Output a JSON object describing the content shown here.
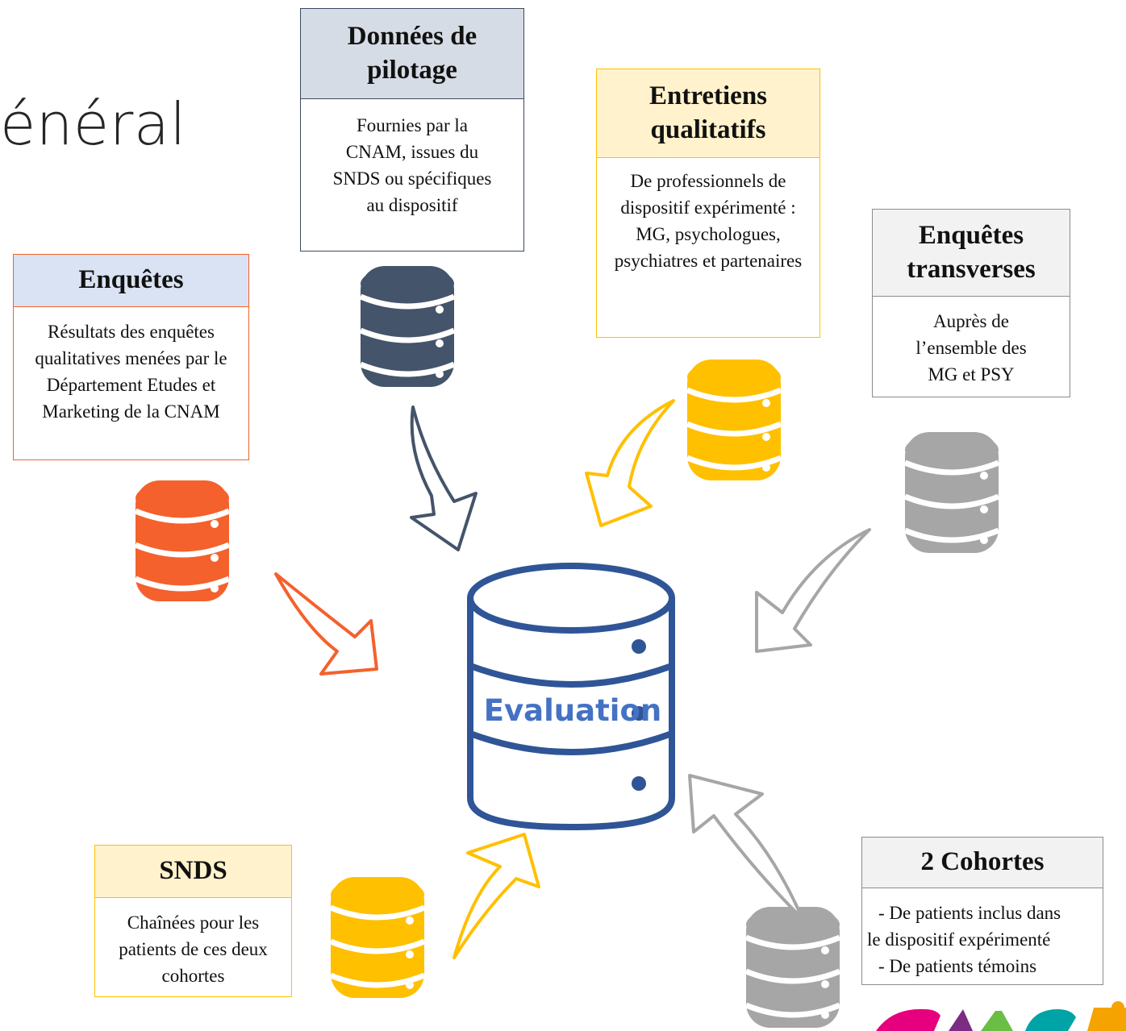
{
  "slide_title": "énéral",
  "center": {
    "label": "Evaluation"
  },
  "boxes": {
    "pilotage": {
      "title": "Données de pilotage",
      "body": "Fournies par la CNAM, issues du SNDS ou spécifiques au dispositif"
    },
    "entretiens": {
      "title": "Entretiens qualitatifs",
      "body": "De professionnels de dispositif expérimenté : MG, psychologues, psychiatres et partenaires"
    },
    "transverses": {
      "title": "Enquêtes transverses",
      "body": "Auprès de l’ensemble des MG et PSY"
    },
    "enquetes": {
      "title": "Enquêtes",
      "body": "Résultats des enquêtes qualitatives menées par le Département Etudes et Marketing de la CNAM"
    },
    "snds": {
      "title": "SNDS",
      "body": "Chaînées pour les patients de ces deux cohortes"
    },
    "cohortes": {
      "title": "2 Cohortes",
      "lines": [
        "- De patients inclus dans",
        "le dispositif expérimenté",
        "- De patients témoins"
      ]
    }
  },
  "colors": {
    "navy": "#44546A",
    "yellow": "#FFC000",
    "orange": "#F4612C",
    "grey": "#A6A6A6",
    "blue": "#2F5597",
    "blue_text": "#4472C4"
  },
  "icons": [
    "database-icon",
    "arrow-icon"
  ]
}
